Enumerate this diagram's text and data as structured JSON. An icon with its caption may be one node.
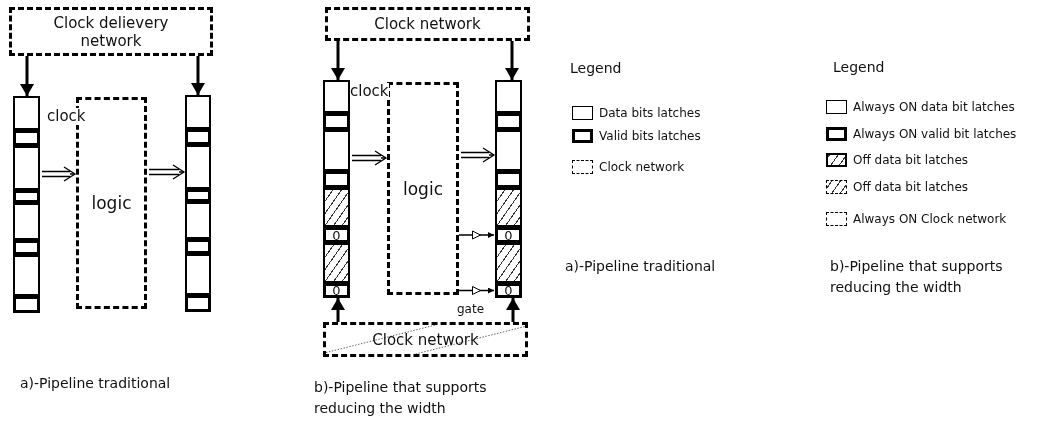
{
  "diagram": {
    "nodes": [
      {
        "text": [
          "Clock delievery network"
        ]
      },
      {
        "text": [],
        "shape": "bar"
      },
      {
        "text": [],
        "shape": "box",
        "in": 1
      },
      {
        "text": [],
        "shape": "box",
        "in": 1
      },
      {
        "text": [],
        "shape": "box",
        "in": 1
      },
      {
        "text": [],
        "shape": "box",
        "in": 1
      },
      {
        "text": [
          "logic"
        ]
      },
      {
        "text": [],
        "shape": "bar"
      },
      {
        "text": [],
        "shape": "box",
        "in": 7
      },
      {
        "text": [],
        "shape": "box",
        "in": 7
      },
      {
        "text": [],
        "shape": "box",
        "in": 7
      },
      {
        "text": [],
        "shape": "box",
        "in": 7
      },
      {
        "text": [
          "Clock network"
        ]
      },
      {
        "text": [],
        "shape": "bar"
      },
      {
        "text": [],
        "shape": "box",
        "in": 13
      },
      {
        "text": [],
        "shape": "box",
        "in": 13
      },
      {
        "text": [
          "0"
        ],
        "in": 13
      },
      {
        "text": [
          "0"
        ],
        "in": 13
      },
      {
        "text": [
          "logic"
        ]
      },
      {
        "text": [],
        "shape": "bar"
      },
      {
        "text": [],
        "shape": "box",
        "in": 19
      },
      {
        "text": [],
        "shape": "box",
        "in": 19
      },
      {
        "text": [
          "0"
        ],
        "in": 19
      },
      {
        "text": [
          "0"
        ],
        "in": 19
      },
      {
        "text": [
          "Clock network"
        ]
      }
    ],
    "edges": [
      {
        "from": 0,
        "to": 1,
        "arrow": "to",
        "label": "clock",
        "style": "thick"
      },
      {
        "from": 0,
        "to": 7,
        "arrow": "to",
        "style": "thick"
      },
      {
        "from": 1,
        "to": 6,
        "arrow": "to"
      },
      {
        "from": 6,
        "to": 7,
        "arrow": "to"
      },
      {
        "from": 12,
        "to": 13,
        "arrow": "to",
        "label": "clock",
        "style": "thick"
      },
      {
        "from": 12,
        "to": 19,
        "arrow": "to",
        "style": "thick"
      },
      {
        "from": 13,
        "to": 18,
        "arrow": "to"
      },
      {
        "from": 18,
        "to": 19,
        "arrow": "to"
      },
      {
        "from": 18,
        "to": 22,
        "arrow": "to"
      },
      {
        "from": 18,
        "to": 23,
        "arrow": "to",
        "label": "gate"
      },
      {
        "from": 24,
        "to": 13,
        "arrow": "to",
        "style": "thick"
      },
      {
        "from": 24,
        "to": 19,
        "arrow": "to",
        "style": "thick"
      }
    ],
    "labels": [
      "Legend",
      "Legend",
      "a)-Pipeline traditional",
      "b)-Pipeline that supports reducing the width",
      "a)-Pipeline traditional",
      "b)-Pipeline that supports reducing the width"
    ],
    "legend": [
      {
        "text": "Data bits latches"
      },
      {
        "text": "Valid bits latches"
      },
      {
        "text": "Clock network"
      },
      {
        "text": "Always ON data bit latches"
      },
      {
        "text": "Always ON valid bit latches"
      },
      {
        "text": "Off data bit latches"
      },
      {
        "text": "Off data bit latches"
      },
      {
        "text": "Always ON Clock network"
      }
    ]
  }
}
